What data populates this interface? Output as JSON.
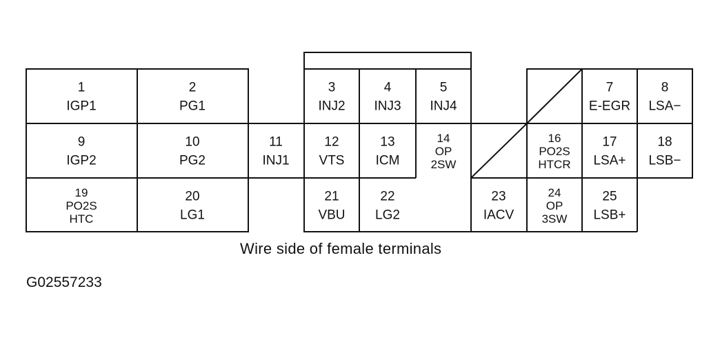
{
  "caption": "Wire side of female terminals",
  "figure_id": "G02557233",
  "terminals": [
    {
      "num": "1",
      "lines": [
        "IGP1"
      ]
    },
    {
      "num": "2",
      "lines": [
        "PG1"
      ]
    },
    {
      "num": "3",
      "lines": [
        "INJ2"
      ]
    },
    {
      "num": "4",
      "lines": [
        "INJ3"
      ]
    },
    {
      "num": "5",
      "lines": [
        "INJ4"
      ]
    },
    {
      "num": "7",
      "lines": [
        "E-EGR"
      ]
    },
    {
      "num": "8",
      "lines": [
        "LSA−"
      ]
    },
    {
      "num": "9",
      "lines": [
        "IGP2"
      ]
    },
    {
      "num": "10",
      "lines": [
        "PG2"
      ]
    },
    {
      "num": "11",
      "lines": [
        "INJ1"
      ]
    },
    {
      "num": "12",
      "lines": [
        "VTS"
      ]
    },
    {
      "num": "13",
      "lines": [
        "ICM"
      ]
    },
    {
      "num": "14",
      "lines": [
        "OP",
        "2SW"
      ]
    },
    {
      "num": "16",
      "lines": [
        "PO2S",
        "HTCR"
      ]
    },
    {
      "num": "17",
      "lines": [
        "LSA+"
      ]
    },
    {
      "num": "18",
      "lines": [
        "LSB−"
      ]
    },
    {
      "num": "19",
      "lines": [
        "PO2S",
        "HTC"
      ]
    },
    {
      "num": "20",
      "lines": [
        "LG1"
      ]
    },
    {
      "num": "21",
      "lines": [
        "VBU"
      ]
    },
    {
      "num": "22",
      "lines": [
        "LG2"
      ]
    },
    {
      "num": "23",
      "lines": [
        "IACV"
      ]
    },
    {
      "num": "24",
      "lines": [
        "OP",
        "3SW"
      ]
    },
    {
      "num": "25",
      "lines": [
        "LSB+"
      ]
    }
  ]
}
